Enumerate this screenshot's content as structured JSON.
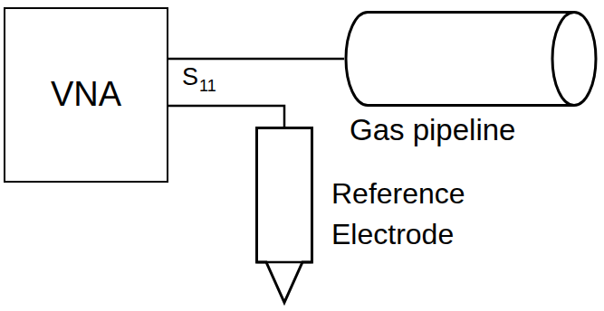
{
  "diagram": {
    "nodes": [
      {
        "text": [
          "VNA"
        ]
      },
      {
        "text": [
          "Gas pipeline"
        ]
      },
      {
        "text": [
          "Reference Electrode"
        ]
      }
    ],
    "edges": [
      {
        "from": 0,
        "to": 1,
        "arrow": "none"
      },
      {
        "from": 0,
        "to": 2,
        "arrow": "none"
      }
    ],
    "labels": [
      "S",
      "11"
    ]
  }
}
